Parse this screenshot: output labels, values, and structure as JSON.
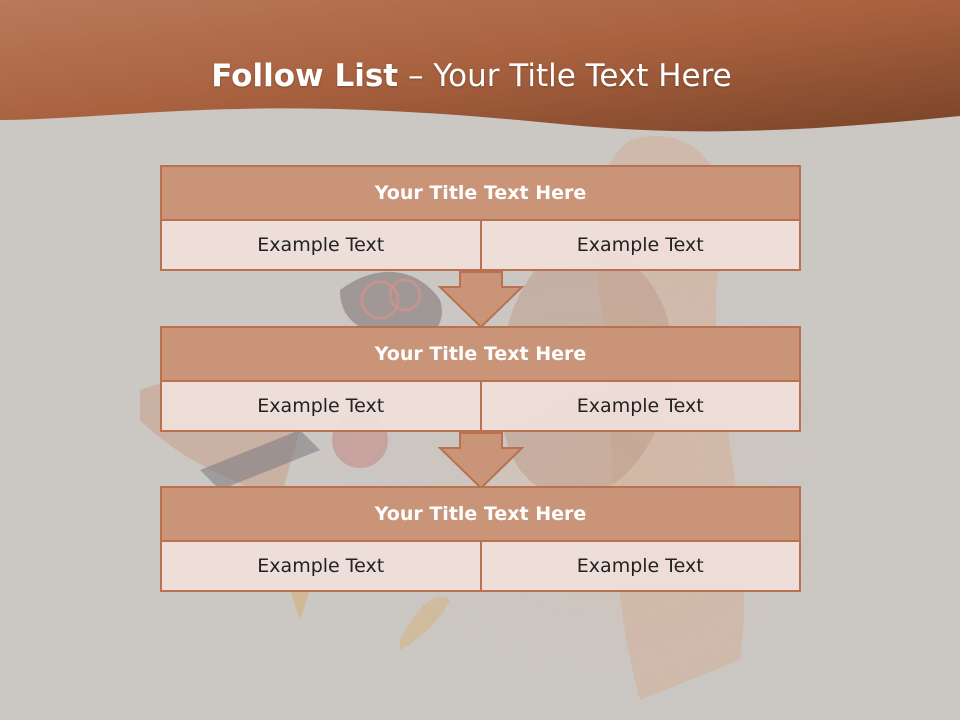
{
  "header": {
    "title_bold": "Follow List",
    "title_rest": " – Your Title Text Here"
  },
  "blocks": [
    {
      "title": "Your Title Text Here",
      "left_text": "Example Text",
      "right_text": "Example Text"
    },
    {
      "title": "Your Title Text Here",
      "left_text": "Example Text",
      "right_text": "Example Text"
    },
    {
      "title": "Your Title Text Here",
      "left_text": "Example Text",
      "right_text": "Example Text"
    }
  ],
  "colors": {
    "header_band": "#a8613f",
    "title_fill": "#c99477",
    "border": "#b9714f",
    "cell_fill": "#f0e0da",
    "background": "#cbc7c3"
  },
  "icons": [
    "down-arrow-icon"
  ]
}
